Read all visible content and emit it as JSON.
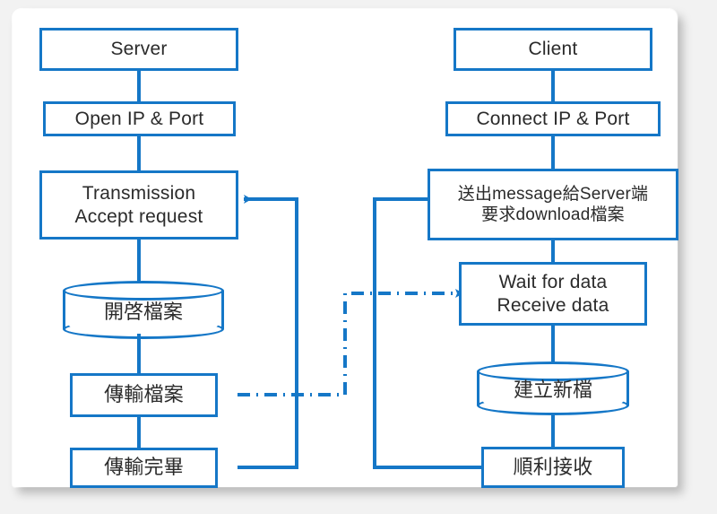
{
  "diagram": {
    "title": "Server / Client file download flowchart",
    "accent_color": "#1577C7",
    "text_color": "#2b2b2b",
    "page_background": "#ffffff",
    "canvas_background": "#f2f2f2",
    "columns": {
      "server": "Server",
      "client": "Client"
    },
    "server_nodes": {
      "header": "Server",
      "open_port": "Open IP & Port",
      "transmission_line1": "Transmission",
      "transmission_line2": "Accept request",
      "open_file": "開啓檔案",
      "transfer_file": "傳輸檔案",
      "transfer_done": "傳輸完畢"
    },
    "client_nodes": {
      "header": "Client",
      "connect_port": "Connect IP & Port",
      "send_message_line1": "送出message給Server端",
      "send_message_line2": "要求download檔案",
      "wait_line1": "Wait for data",
      "wait_line2": "Receive data",
      "create_file": "建立新檔",
      "receive_ok": "順利接收"
    },
    "connectors": [
      {
        "name": "server-to-open-port",
        "style": "solid"
      },
      {
        "name": "open-port-to-transmission",
        "style": "solid"
      },
      {
        "name": "transmission-to-open-file",
        "style": "solid"
      },
      {
        "name": "open-file-to-transfer-file",
        "style": "solid"
      },
      {
        "name": "transfer-file-to-transfer-done",
        "style": "solid"
      },
      {
        "name": "transfer-done-loop-to-transmission",
        "style": "solid-arrow"
      },
      {
        "name": "client-to-connect-port",
        "style": "solid"
      },
      {
        "name": "connect-port-to-send-message",
        "style": "solid"
      },
      {
        "name": "send-message-to-wait",
        "style": "solid"
      },
      {
        "name": "wait-to-create-file",
        "style": "solid"
      },
      {
        "name": "create-file-to-receive-ok",
        "style": "solid"
      },
      {
        "name": "receive-ok-loop-to-send-message",
        "style": "solid-arrow"
      },
      {
        "name": "transfer-file-to-wait-data",
        "style": "dash-dot-arrow"
      }
    ]
  }
}
